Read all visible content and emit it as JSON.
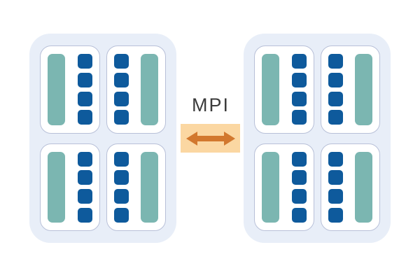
{
  "connector": {
    "label": "MPI",
    "arrow_icon": "double-headed-horizontal-arrow",
    "box_color": "#fbd7a2",
    "arrow_color": "#d2782e",
    "label_color": "#3b3b3b"
  },
  "colors": {
    "page_background": "#ffffff",
    "node_fill": "#e8eef8",
    "socket_fill": "#ffffff",
    "socket_border": "#b8c0d8",
    "bar_teal": "#7bb6b1",
    "core_blue": "#0e5a9c"
  },
  "nodes": [
    {
      "name": "node-left",
      "sockets": [
        {
          "position": "top-left",
          "bar_side": "left",
          "cores": 4
        },
        {
          "position": "top-right",
          "bar_side": "right",
          "cores": 4
        },
        {
          "position": "bottom-left",
          "bar_side": "left",
          "cores": 4
        },
        {
          "position": "bottom-right",
          "bar_side": "right",
          "cores": 4
        }
      ]
    },
    {
      "name": "node-right",
      "sockets": [
        {
          "position": "top-left",
          "bar_side": "left",
          "cores": 4
        },
        {
          "position": "top-right",
          "bar_side": "right",
          "cores": 4
        },
        {
          "position": "bottom-left",
          "bar_side": "left",
          "cores": 4
        },
        {
          "position": "bottom-right",
          "bar_side": "right",
          "cores": 4
        }
      ]
    }
  ]
}
